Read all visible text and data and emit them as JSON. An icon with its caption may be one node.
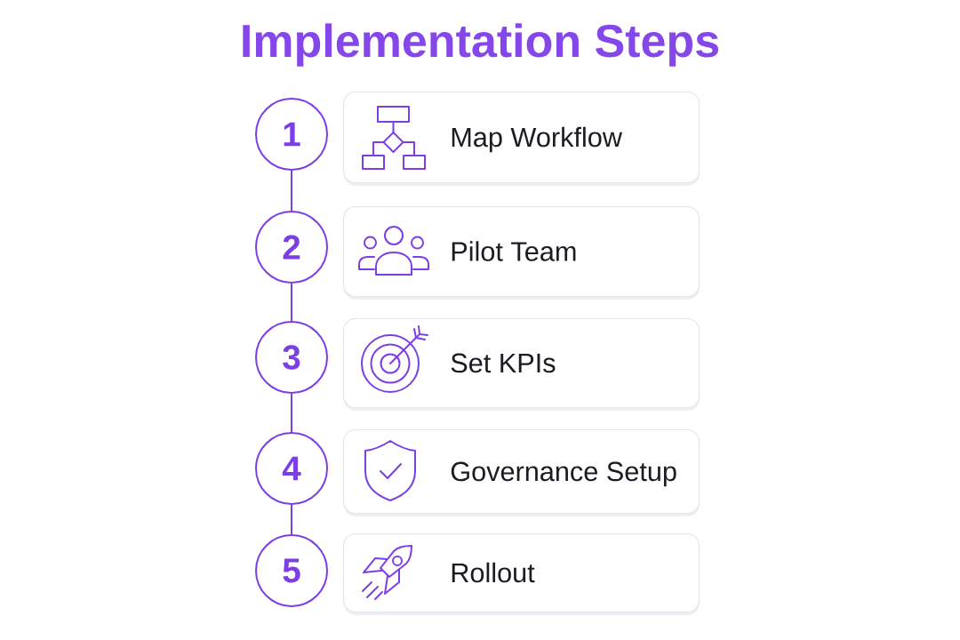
{
  "diagram": {
    "title": "Implementation Steps",
    "nodes": [
      {
        "text": [
          "1"
        ]
      },
      {
        "text": [
          "Map Workflow"
        ]
      },
      {
        "text": [
          "2"
        ]
      },
      {
        "text": [
          "Pilot Team"
        ]
      },
      {
        "text": [
          "3"
        ]
      },
      {
        "text": [
          "Set KPIs"
        ]
      },
      {
        "text": [
          "4"
        ]
      },
      {
        "text": [
          "Governance Setup"
        ]
      },
      {
        "text": [
          "5"
        ]
      },
      {
        "text": [
          "Rollout"
        ]
      }
    ],
    "edges": [
      {
        "from": 0,
        "to": 2,
        "arrow": "none"
      },
      {
        "from": 2,
        "to": 4,
        "arrow": "none"
      },
      {
        "from": 4,
        "to": 6,
        "arrow": "none"
      },
      {
        "from": 6,
        "to": 8,
        "arrow": "none"
      }
    ]
  }
}
